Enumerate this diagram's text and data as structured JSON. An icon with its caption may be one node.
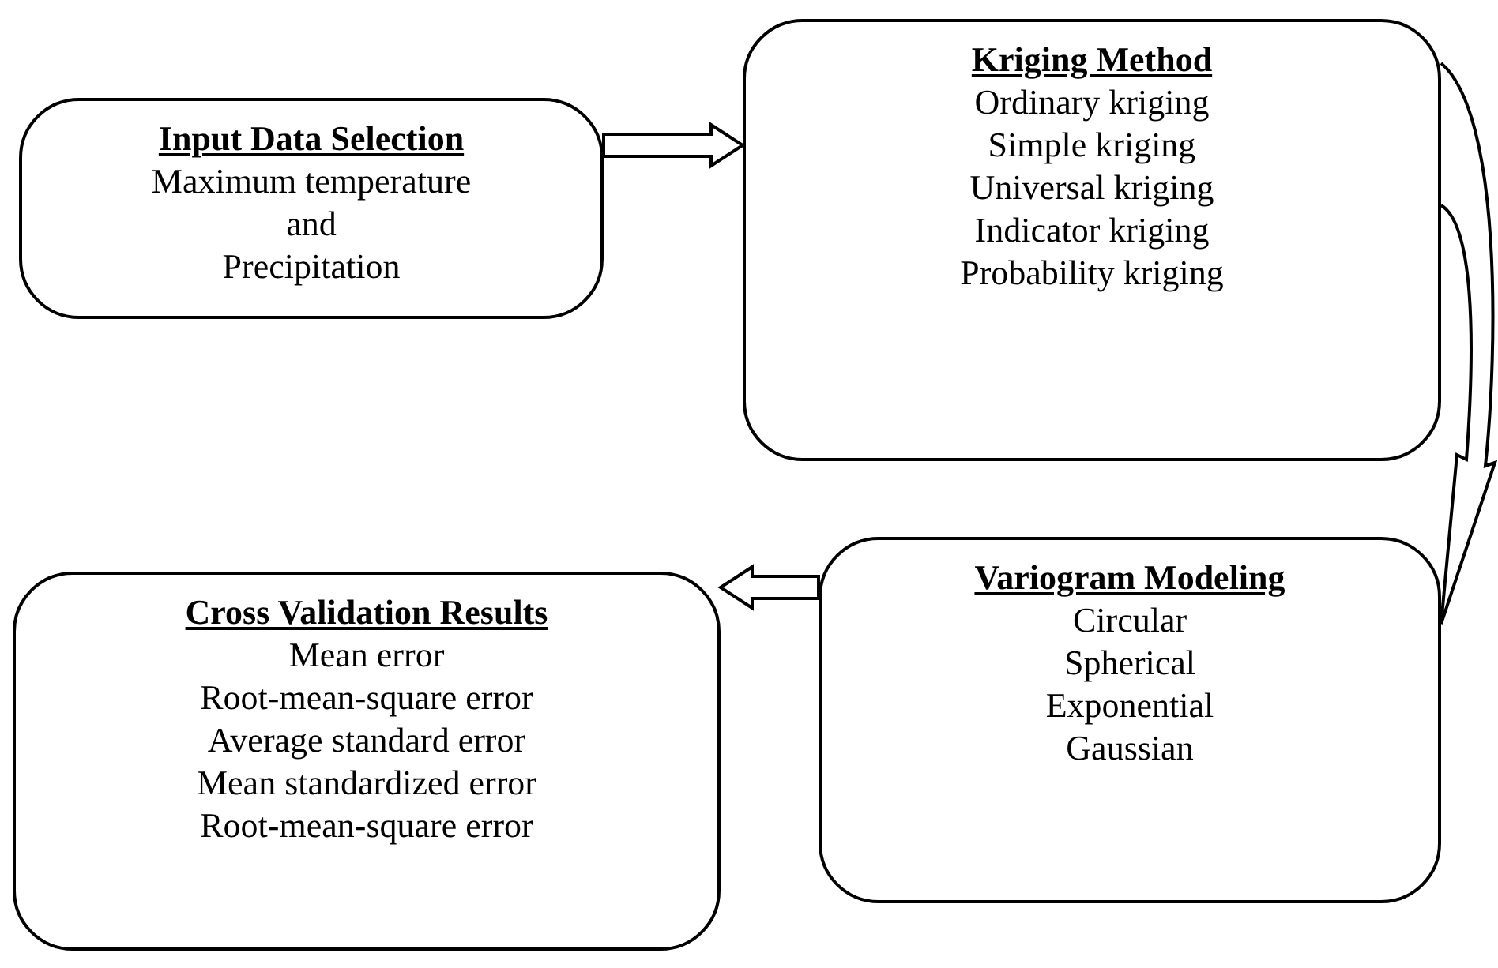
{
  "diagram": {
    "nodes": [
      {
        "text": [
          "Input Data Selection",
          "Maximum temperature",
          "and",
          "Precipitation"
        ]
      },
      {
        "text": [
          "Kriging Method",
          "Ordinary kriging",
          "Simple kriging",
          "Universal kriging",
          "Indicator kriging",
          "Probability kriging"
        ]
      },
      {
        "text": [
          "Variogram Modeling",
          "Circular",
          "Spherical",
          "Exponential",
          "Gaussian"
        ]
      },
      {
        "text": [
          "Cross Validation Results",
          "Mean error",
          "Root-mean-square error",
          "Average standard error",
          "Mean standardized error",
          "Root-mean-square error"
        ]
      }
    ],
    "edges": [
      {
        "from": 0,
        "to": 1,
        "arrow": "to"
      },
      {
        "from": 1,
        "to": 2,
        "arrow": "to"
      },
      {
        "from": 2,
        "to": 3,
        "arrow": "to"
      }
    ]
  }
}
